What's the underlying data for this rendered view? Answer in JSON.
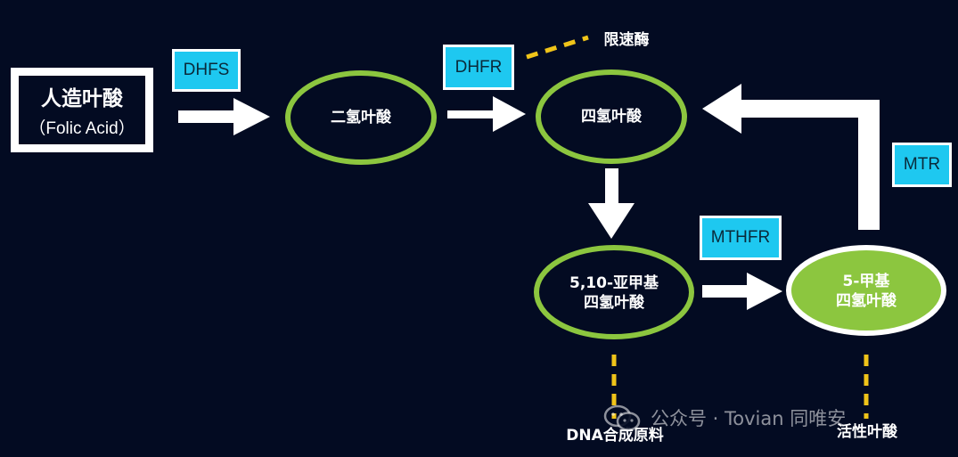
{
  "start": {
    "title": "人造叶酸",
    "subtitle": "（Folic Acid）"
  },
  "nodes": {
    "dihydrofolate": "二氢叶酸",
    "tetrahydrofolate": "四氢叶酸",
    "methylene_line1": "5,10-亚甲基",
    "methylene_line2": "四氢叶酸",
    "methyl_line1": "5-甲基",
    "methyl_line2": "四氢叶酸"
  },
  "enzymes": {
    "dhfs": "DHFS",
    "dhfr": "DHFR",
    "mthfr": "MTHFR",
    "mtr": "MTR"
  },
  "annotations": {
    "rate_limiting": "限速酶",
    "dna_synthesis": "DNA合成原料",
    "active_folate": "活性叶酸"
  },
  "watermark": {
    "text": "公众号 · Tovian 同唯安"
  },
  "colors": {
    "background": "#030b22",
    "node_ring": "#8cc63f",
    "enzyme_box": "#1ec8f0",
    "dash": "#f0c419",
    "arrow": "#ffffff"
  }
}
